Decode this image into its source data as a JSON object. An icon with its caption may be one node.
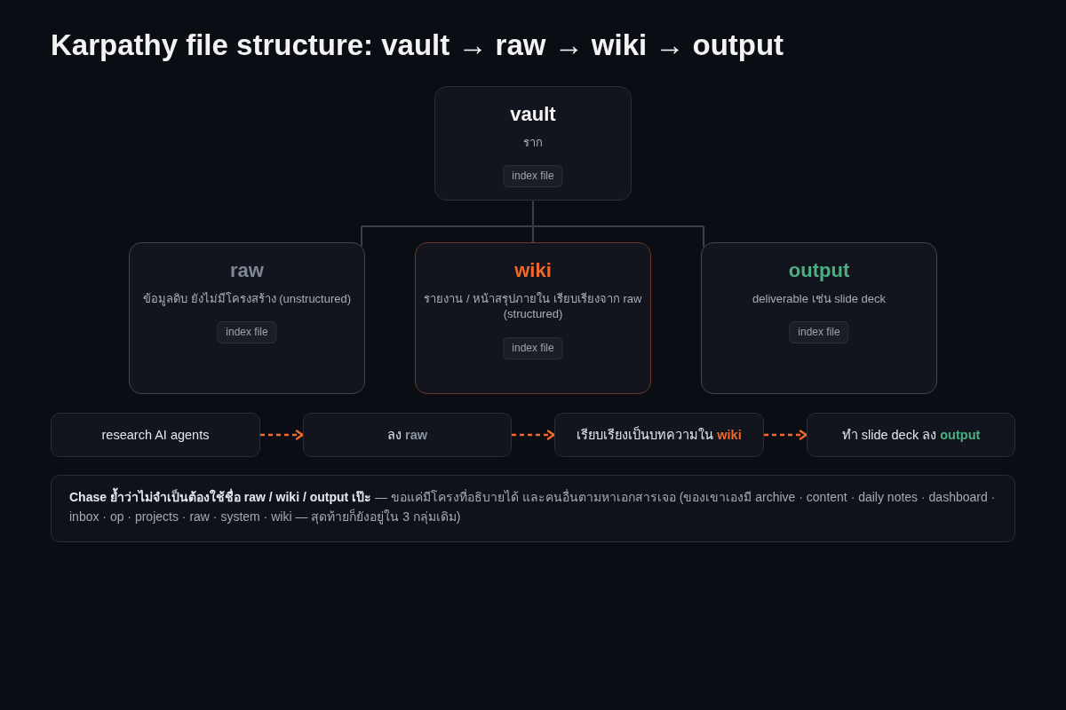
{
  "diagram": {
    "title": "Karpathy file structure: vault → raw → wiki → output",
    "nodes": [
      {
        "text": [
          "vault",
          "ราก"
        ]
      },
      {
        "text": [
          "index file"
        ],
        "in": 0
      },
      {
        "text": [
          "raw",
          "ข้อมูลดิบ ยังไม่มีโครงสร้าง (unstructured)"
        ]
      },
      {
        "text": [
          "index file"
        ],
        "in": 2
      },
      {
        "text": [
          "wiki",
          "รายงาน / หน้าสรุปภายใน เรียบเรียงจาก raw (structured)"
        ]
      },
      {
        "text": [
          "index file"
        ],
        "in": 4
      },
      {
        "text": [
          "output",
          "deliverable เช่น slide deck"
        ]
      },
      {
        "text": [
          "index file"
        ],
        "in": 6
      },
      {
        "text": [
          "research AI agents"
        ]
      },
      {
        "text": [
          "ลง **raw**"
        ]
      },
      {
        "text": [
          "เรียบเรียงเป็นบทความใน **wiki**"
        ]
      },
      {
        "text": [
          "ทำ slide deck ลง **output**"
        ]
      },
      {
        "text": [
          "**Chase ย้ำว่าไม่จำเป็นต้องใช้ชื่อ raw / wiki / output เป๊ะ** — ขอแค่มีโครงที่อธิบายได้ และคนอื่นตามหาเอกสารเจอ (ของเขาเองมี archive · content · daily notes · dashboard · inbox · op · projects · raw · system · wiki — สุดท้ายก็ยังอยู่ใน 3 กลุ่มเดิม)"
        ]
      }
    ],
    "edges": [
      {
        "from": 0,
        "to": 2,
        "arrow": "none"
      },
      {
        "from": 0,
        "to": 4,
        "arrow": "none"
      },
      {
        "from": 0,
        "to": 6,
        "arrow": "none"
      },
      {
        "from": 8,
        "to": 9,
        "arrow": "to",
        "style": "dashed",
        "color": "#f26a2b"
      },
      {
        "from": 9,
        "to": 10,
        "arrow": "to",
        "style": "dashed",
        "color": "#f26a2b"
      },
      {
        "from": 10,
        "to": 11,
        "arrow": "to",
        "style": "dashed",
        "color": "#f26a2b"
      }
    ]
  }
}
